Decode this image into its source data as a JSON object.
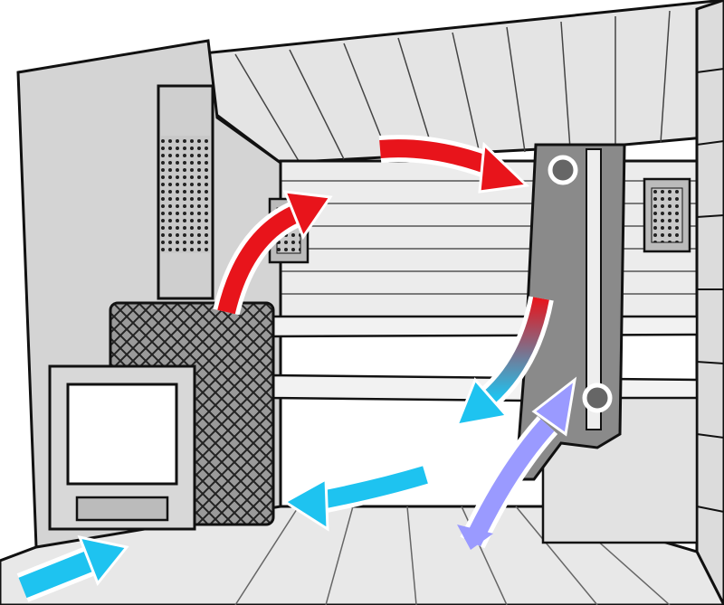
{
  "colors": {
    "hot_air": "#e8141b",
    "cool_air": "#1ec3f0",
    "exhaust_air": "#9a9aff",
    "wall": "#d4d4d4",
    "outline": "#111111"
  },
  "arrows": [
    {
      "name": "hot-air-rising-from-stove",
      "color": "hot_air"
    },
    {
      "name": "hot-air-along-ceiling",
      "color": "hot_air"
    },
    {
      "name": "air-cooling-down-wall",
      "color": "gradient"
    },
    {
      "name": "cool-air-returning-to-stove",
      "color": "cool_air"
    },
    {
      "name": "fresh-air-inlet",
      "color": "cool_air"
    },
    {
      "name": "air-exhaust-through-duct",
      "color": "exhaust_air"
    }
  ]
}
